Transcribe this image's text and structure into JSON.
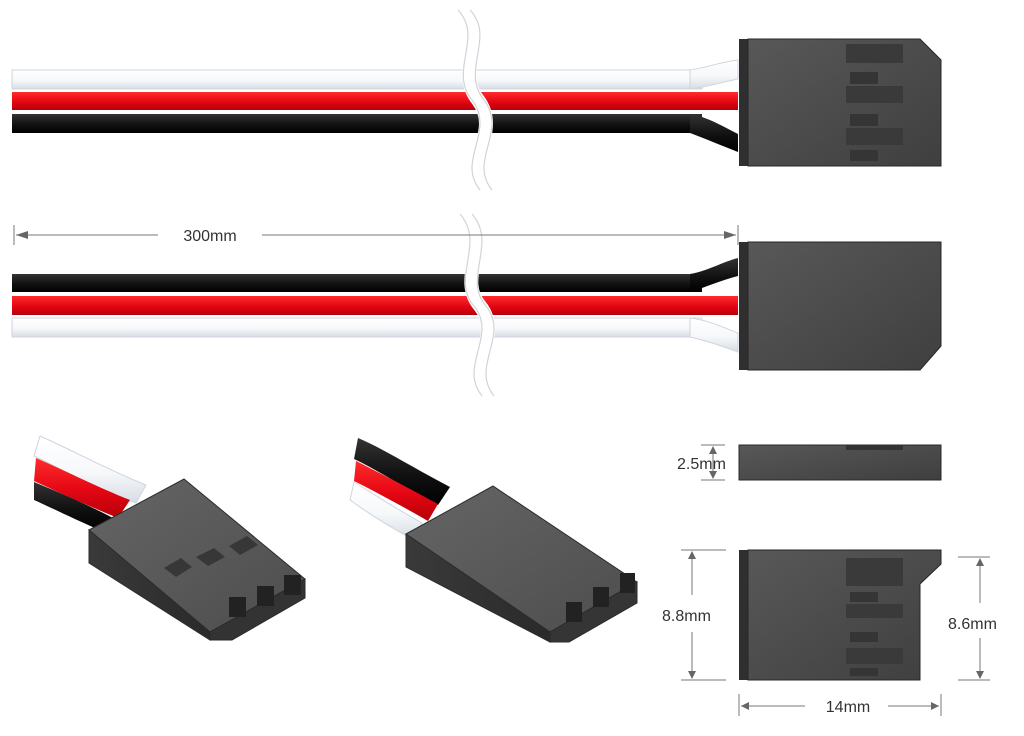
{
  "dimensions": {
    "cable_length": "300mm",
    "housing_thickness": "2.5mm",
    "housing_height_left": "8.8mm",
    "housing_height_right": "8.6mm",
    "housing_length": "14mm"
  },
  "colors": {
    "wire_white": "#f2f4f7",
    "wire_red": "#e30613",
    "wire_black": "#111111",
    "housing": "#4a4a4a",
    "housing_dark": "#2f2f2f",
    "housing_light": "#5b5b5b",
    "dimension": "#777777",
    "break_mark": "#ffffff"
  },
  "icons": {
    "break": "wavy-break-lines-icon"
  }
}
